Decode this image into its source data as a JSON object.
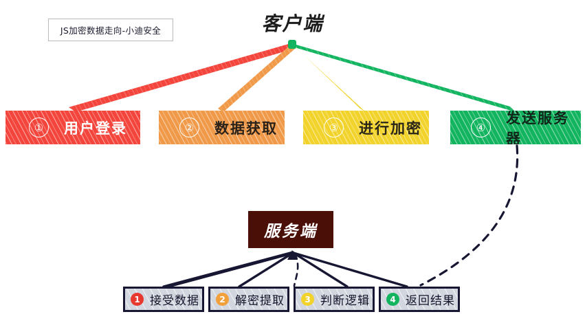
{
  "diagram": {
    "caption": "JS加密数据走向-小迪安全",
    "client_title": "客户端",
    "server_title": "服务端",
    "client_steps": [
      {
        "number": "①",
        "label": "用户登录",
        "color": "#F4453C"
      },
      {
        "number": "②",
        "label": "数据获取",
        "color": "#F09A49"
      },
      {
        "number": "③",
        "label": "进行加密",
        "color": "#F2D32C"
      },
      {
        "number": "④",
        "label": "发送服务器",
        "color": "#12B45F"
      }
    ],
    "server_steps": [
      {
        "number": "1",
        "label": "接受数据",
        "color": "#E8392E"
      },
      {
        "number": "2",
        "label": "解密提取",
        "color": "#F2A03C"
      },
      {
        "number": "3",
        "label": "判断逻辑",
        "color": "#F2D32C"
      },
      {
        "number": "4",
        "label": "返回结果",
        "color": "#12B45F"
      }
    ],
    "colors": {
      "background": "#FFFFFF",
      "server_box": "#4A1008",
      "step_box_fill": "#D2D6DE",
      "step_box_border": "#171733",
      "connector_dark": "#171733",
      "title_text": "#1C1C1C"
    }
  }
}
